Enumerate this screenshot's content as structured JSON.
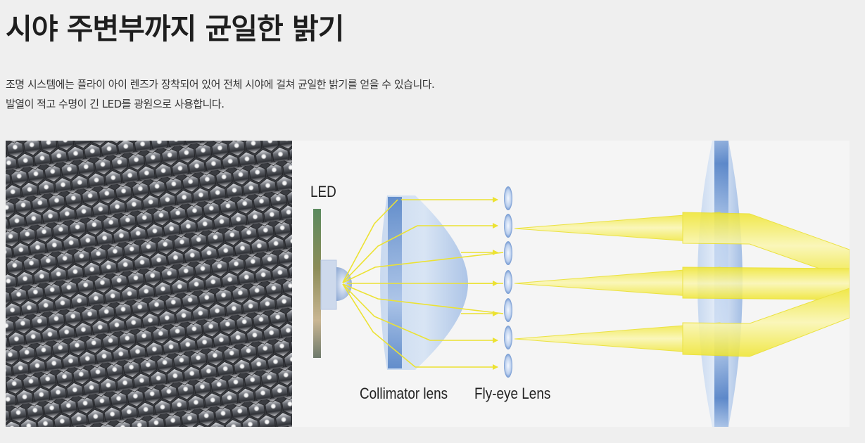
{
  "page": {
    "title": "시야 주변부까지 균일한 밝기",
    "description": [
      "조명 시스템에는 플라이 아이 렌즈가 장착되어 있어 전체 시야에 걸쳐 균일한 밝기를 얻을 수 있습니다.",
      "발열이 적고 수명이 긴 LED를 광원으로 사용합니다."
    ]
  },
  "figure": {
    "photo": {
      "subject": "fly-eye-lens-honeycomb-closeup"
    },
    "diagram": {
      "labels": {
        "led": "LED",
        "collimator": "Collimator lens",
        "flyeye": "Fly-eye Lens"
      },
      "colors": {
        "light_beam": "#f2e93a",
        "lens_blue": "#4f7fc4",
        "lens_light": "#d6e4f5",
        "background": "#f5f5f5"
      },
      "fly_eye_lenslet_count": 7,
      "collimated_ray_count": 7,
      "output_beam_count": 3
    }
  }
}
